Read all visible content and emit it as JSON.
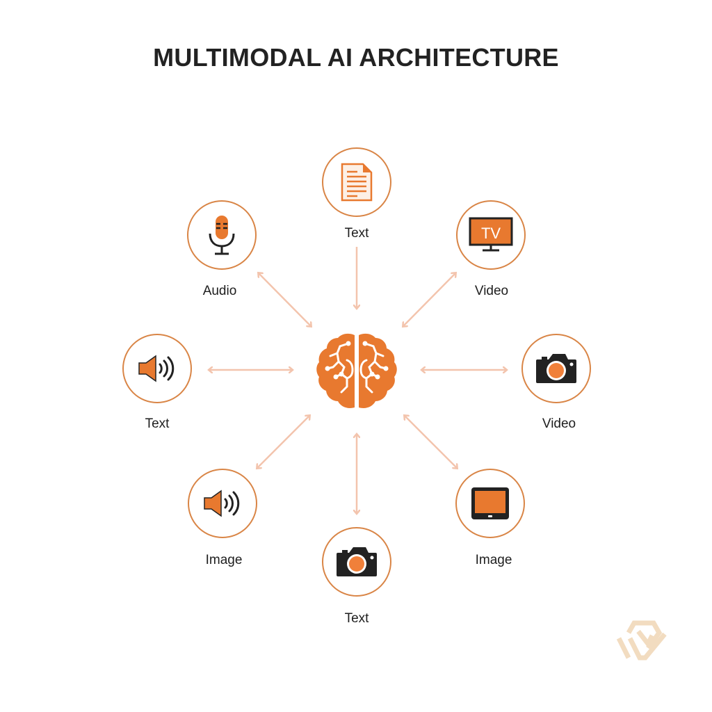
{
  "title": "MULTIMODAL AI ARCHITECTURE",
  "colors": {
    "accent": "#e8792f",
    "ring": "#d98546",
    "arrow": "#f3c4ad",
    "icon_dark": "#222222",
    "logo": "#f2dcc0"
  },
  "center": {
    "icon": "brain-icon",
    "label": ""
  },
  "nodes": [
    {
      "id": "top",
      "label": "Text",
      "icon": "document-icon",
      "arrow": "to-center"
    },
    {
      "id": "top-left",
      "label": "Audio",
      "icon": "microphone-icon",
      "arrow": "bidirectional"
    },
    {
      "id": "top-right",
      "label": "Video",
      "icon": "tv-icon",
      "icon_text": "TV",
      "arrow": "bidirectional"
    },
    {
      "id": "left",
      "label": "Text",
      "icon": "speaker-icon",
      "arrow": "bidirectional"
    },
    {
      "id": "right",
      "label": "Video",
      "icon": "camera-icon",
      "arrow": "bidirectional"
    },
    {
      "id": "bottom-left",
      "label": "Image",
      "icon": "speaker-icon",
      "arrow": "bidirectional"
    },
    {
      "id": "bottom-right",
      "label": "Image",
      "icon": "tablet-icon",
      "arrow": "bidirectional"
    },
    {
      "id": "bottom",
      "label": "Text",
      "icon": "camera-icon",
      "arrow": "bidirectional"
    }
  ],
  "watermark": {
    "icon": "brand-logo-icon"
  }
}
